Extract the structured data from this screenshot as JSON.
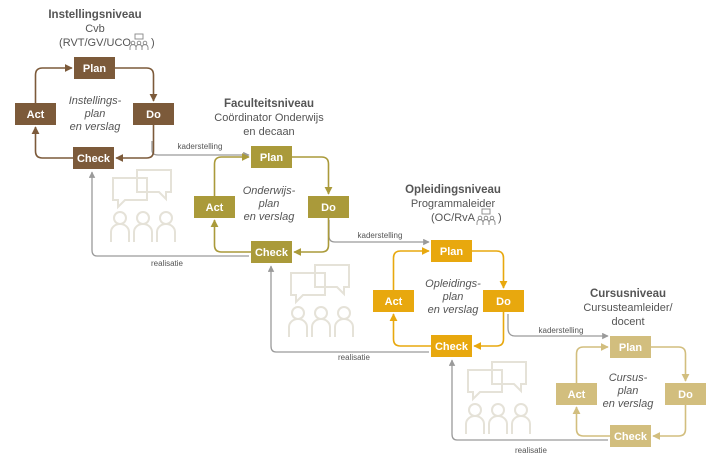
{
  "colors": {
    "level1": "#7c5a3a",
    "level2": "#aa9a3a",
    "level3": "#e8a80e",
    "level4": "#d2be7e",
    "arrow_grey": "#9a9a9a",
    "people_icon": "#e5e2d8",
    "text_dark": "#555555"
  },
  "levels": [
    {
      "title": "Instellingsniveau",
      "subtitle": [
        "Cvb",
        "(RVT/GV/UCO"
      ],
      "subtitle_suffix": ")",
      "group_icon": "people-group-icon",
      "boxes": {
        "plan": "Plan",
        "do": "Do",
        "check": "Check",
        "act": "Act"
      },
      "center_text": [
        "Instellings-",
        "plan",
        "en verslag"
      ]
    },
    {
      "title": "Faculteitsniveau",
      "subtitle": [
        "Coördinator Onderwijs",
        "en decaan"
      ],
      "boxes": {
        "plan": "Plan",
        "do": "Do",
        "check": "Check",
        "act": "Act"
      },
      "center_text": [
        "Onderwijs-",
        "plan",
        "en verslag"
      ]
    },
    {
      "title": "Opleidingsniveau",
      "subtitle": [
        "Programmaleider",
        "(OC/RvA"
      ],
      "subtitle_suffix": ")",
      "group_icon": "people-group-icon",
      "boxes": {
        "plan": "Plan",
        "do": "Do",
        "check": "Check",
        "act": "Act"
      },
      "center_text": [
        "Opleidings-",
        "plan",
        "en verslag"
      ]
    },
    {
      "title": "Cursusniveau",
      "subtitle": [
        "Cursusteamleider/",
        "docent"
      ],
      "boxes": {
        "plan": "Plan",
        "do": "Do",
        "check": "Check",
        "act": "Act"
      },
      "center_text": [
        "Cursus-",
        "plan",
        "en verslag"
      ]
    }
  ],
  "connectors": {
    "down_label": "kaderstelling",
    "up_label": "realisatie"
  }
}
